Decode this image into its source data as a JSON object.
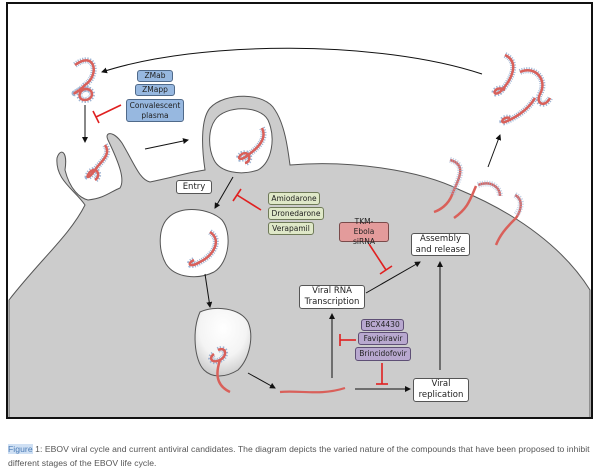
{
  "diagram": {
    "title": "EBOV viral cycle and current antiviral candidates",
    "stages": {
      "entry": "Entry",
      "transcription": "Viral RNA\nTranscription",
      "assembly": "Assembly\nand release",
      "replication": "Viral\nreplication"
    },
    "drug_groups": [
      {
        "name": "antibody-therapies",
        "color": "#97b8e0",
        "target": "attachment",
        "drugs": [
          "ZMab",
          "ZMapp",
          "Convalescent plasma"
        ]
      },
      {
        "name": "entry-inhibitors",
        "color": "#dfe8c8",
        "target": "entry",
        "drugs": [
          "Amiodarone",
          "Dronedarone",
          "Verapamil"
        ]
      },
      {
        "name": "sirna-therapies",
        "color": "#e39b9b",
        "target": "assembly",
        "drugs": [
          "TKM-Ebola siRNA"
        ]
      },
      {
        "name": "polymerase-inhibitors",
        "color": "#b8a8cf",
        "target": "transcription-and-replication",
        "drugs": [
          "BCX4430",
          "Favipiravir",
          "Brincidofovir"
        ]
      }
    ],
    "colors": {
      "cell": "#cccccc",
      "virus": "#d9605a",
      "virus_spikes": "#7b96b8",
      "inhibit": "#e02020",
      "arrow": "#111111"
    }
  },
  "caption": {
    "label": "Figure",
    "number": "1:",
    "text": "EBOV viral cycle and current antiviral candidates. The diagram depicts the varied nature of the compounds that have been proposed to inhibit different stages of the EBOV life cycle."
  }
}
